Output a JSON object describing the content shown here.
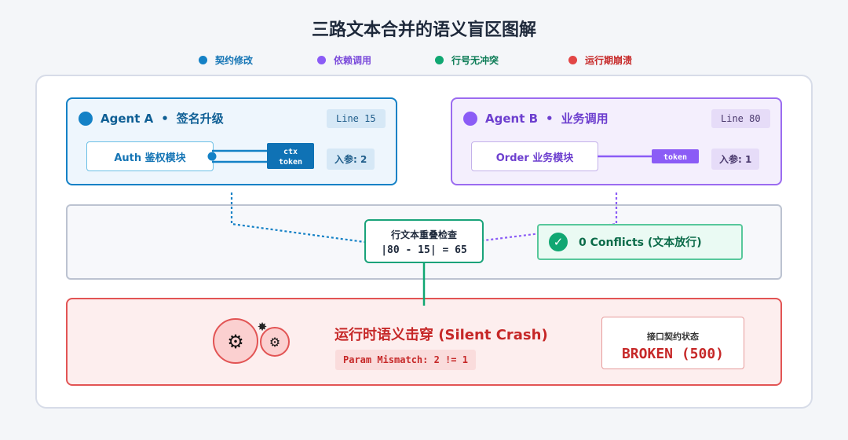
{
  "title": "三路文本合并的语义盲区图解",
  "legend": [
    {
      "label": "契约修改",
      "color": "#1481c6"
    },
    {
      "label": "依赖调用",
      "color": "#8b5cf6"
    },
    {
      "label": "行号无冲突",
      "color": "#10a772"
    },
    {
      "label": "运行期崩溃",
      "color": "#e24646"
    }
  ],
  "agent_a": {
    "name": "Agent A",
    "sep": "•",
    "role": "签名升级",
    "line": "Line 15",
    "module": "Auth 鉴权模块",
    "param_line1": "ctx",
    "param_line2": "token",
    "params": "入参: 2"
  },
  "agent_b": {
    "name": "Agent B",
    "sep": "•",
    "role": "业务调用",
    "line": "Line 80",
    "module": "Order 业务模块",
    "param": "token",
    "params": "入参: 1"
  },
  "check": {
    "title": "行文本重叠检查",
    "formula": "|80 - 15| = 65"
  },
  "conflicts": {
    "icon": "✓",
    "label": "0 Conflicts (文本放行)"
  },
  "crash": {
    "title": "运行时语义击穿 (Silent Crash)",
    "mismatch": "Param Mismatch: 2 != 1",
    "contract_label": "接口契约状态",
    "contract_value": "BROKEN (500)"
  },
  "colors": {
    "blue": "#1481c6",
    "purple": "#8b5cf6",
    "green": "#10a772",
    "red": "#e24646"
  }
}
